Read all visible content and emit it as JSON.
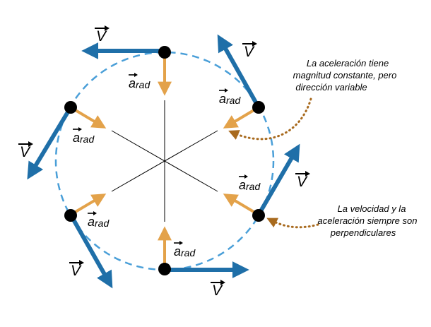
{
  "labels": {
    "velocity_symbol": "V",
    "accel_symbol": "a",
    "accel_subscript": "rad"
  },
  "annotations": {
    "top_lines": [
      "La aceleración tiene",
      "magnitud constante, pero",
      "dirección variable"
    ],
    "bottom_lines": [
      "La velocidad y la",
      "aceleración siempre son",
      "perpendiculares"
    ]
  },
  "colors": {
    "velocity": "#1f6fa8",
    "acceleration": "#e3a24a",
    "circle": "#4a9fd8",
    "pointer": "#a86a1e",
    "point": "#000000",
    "spoke": "#000000"
  }
}
